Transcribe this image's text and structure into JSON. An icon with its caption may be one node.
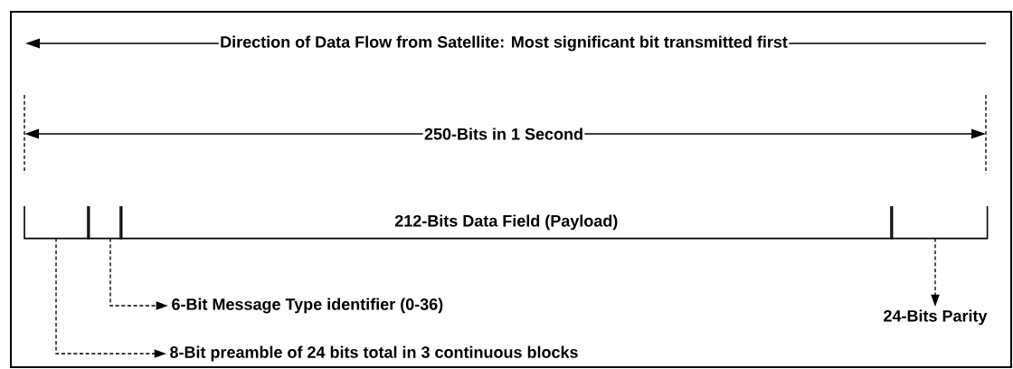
{
  "diagram": {
    "nodes": [
      {
        "text": [],
        "shape": "box"
      },
      {
        "text": [],
        "shape": "box"
      },
      {
        "text": [
          "212-Bits Data Field (Payload)"
        ]
      },
      {
        "text": [],
        "shape": "box"
      },
      {
        "text": [
          "6-Bit Message Type identifier (0-36)"
        ]
      },
      {
        "text": [
          "8-Bit preamble of 24 bits total in 3 continuous blocks"
        ]
      },
      {
        "text": [
          "24-Bits Parity"
        ]
      }
    ],
    "edges": [
      {
        "from": 1,
        "to": 4,
        "arrow": "to",
        "style": "dashed"
      },
      {
        "from": 0,
        "to": 5,
        "arrow": "to",
        "style": "dashed"
      },
      {
        "from": 3,
        "to": 6,
        "arrow": "to",
        "style": "dashed"
      }
    ],
    "labels": [
      "Direction of Data Flow from Satellite: Most significant bit transmitted first",
      "250-Bits in 1 Second"
    ]
  }
}
